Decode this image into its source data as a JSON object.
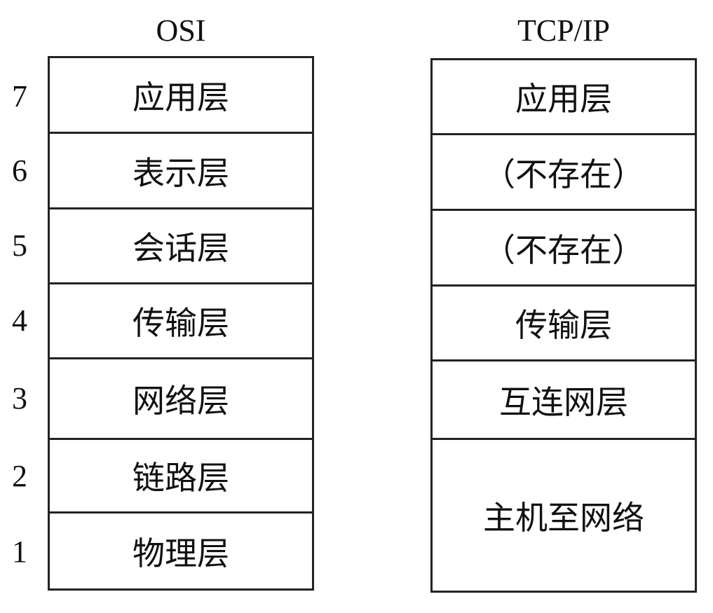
{
  "osi": {
    "title": "OSI",
    "layers": [
      {
        "number": "7",
        "label": "应用层"
      },
      {
        "number": "6",
        "label": "表示层"
      },
      {
        "number": "5",
        "label": "会话层"
      },
      {
        "number": "4",
        "label": "传输层"
      },
      {
        "number": "3",
        "label": "网络层"
      },
      {
        "number": "2",
        "label": "链路层"
      },
      {
        "number": "1",
        "label": "物理层"
      }
    ]
  },
  "tcpip": {
    "title": "TCP/IP",
    "layers": [
      {
        "label": "应用层"
      },
      {
        "label": "（不存在）"
      },
      {
        "label": "（不存在）"
      },
      {
        "label": "传输层"
      },
      {
        "label": "互连网层"
      },
      {
        "label": "主机至网络"
      }
    ]
  }
}
